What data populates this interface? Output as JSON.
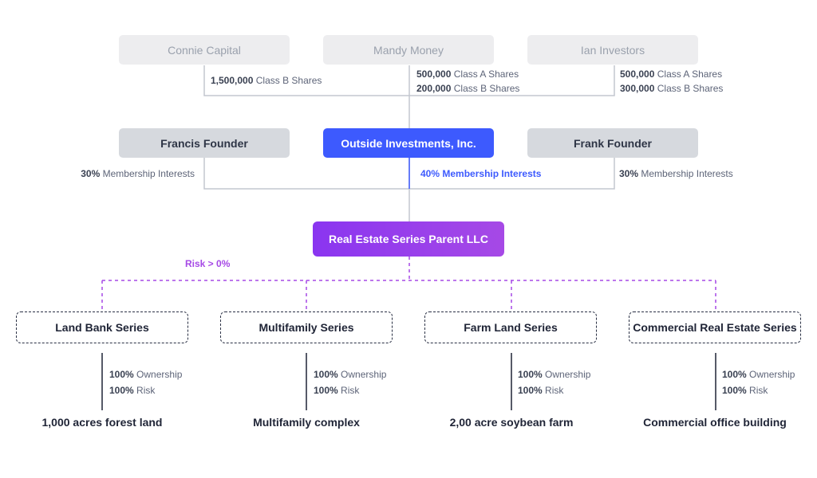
{
  "investors": [
    {
      "name": "Connie Capital",
      "holdings": [
        {
          "amount": "1,500,000",
          "label": "Class B Shares"
        }
      ]
    },
    {
      "name": "Mandy Money",
      "holdings": [
        {
          "amount": "500,000",
          "label": "Class A Shares"
        },
        {
          "amount": "200,000",
          "label": "Class B Shares"
        }
      ]
    },
    {
      "name": "Ian Investors",
      "holdings": [
        {
          "amount": "500,000",
          "label": "Class A Shares"
        },
        {
          "amount": "300,000",
          "label": "Class B Shares"
        }
      ]
    }
  ],
  "members": [
    {
      "name": "Francis Founder",
      "interest_pct": "30%",
      "interest_label": "Membership Interests"
    },
    {
      "name": "Outside Investments, Inc.",
      "interest_pct": "40%",
      "interest_label": "Membership Interests"
    },
    {
      "name": "Frank Founder",
      "interest_pct": "30%",
      "interest_label": "Membership Interests"
    }
  ],
  "parent": {
    "name": "Real Estate Series Parent LLC",
    "risk_label": "Risk > 0%"
  },
  "series": [
    {
      "name": "Land Bank Series",
      "ownership_pct": "100%",
      "ownership_label": "Ownership",
      "risk_pct": "100%",
      "risk_label": "Risk",
      "asset": "1,000 acres forest land"
    },
    {
      "name": "Multifamily Series",
      "ownership_pct": "100%",
      "ownership_label": "Ownership",
      "risk_pct": "100%",
      "risk_label": "Risk",
      "asset": "Multifamily complex"
    },
    {
      "name": "Farm Land Series",
      "ownership_pct": "100%",
      "ownership_label": "Ownership",
      "risk_pct": "100%",
      "risk_label": "Risk",
      "asset": "2,00 acre soybean farm"
    },
    {
      "name": "Commercial Real Estate Series",
      "ownership_pct": "100%",
      "ownership_label": "Ownership",
      "risk_pct": "100%",
      "risk_label": "Risk",
      "asset": "Commercial office building"
    }
  ],
  "colors": {
    "accent_blue": "#3d5afe",
    "accent_purple": "#a649e6",
    "connector_grey": "#c3c7cf",
    "dark_text": "#1f2436"
  }
}
